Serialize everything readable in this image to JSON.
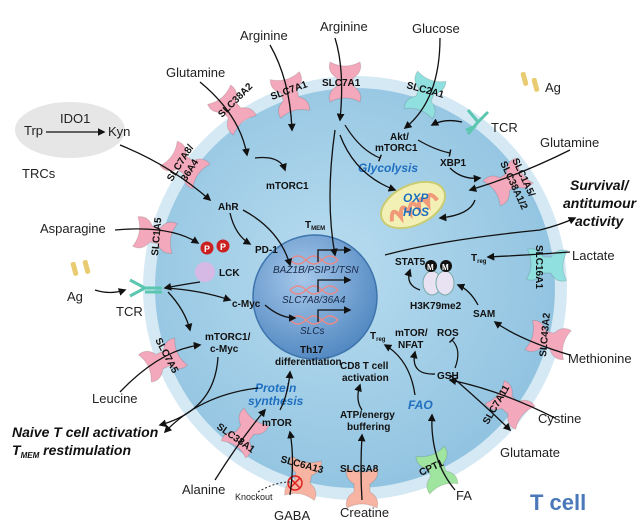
{
  "cell_label": "T cell",
  "colors": {
    "cytoplasm": "#a9d3ea",
    "membrane": "#cfe6f2",
    "nucleus": "#6a9fd0",
    "amino_transporter": "#f3a9bb",
    "glucose_transporter": "#8fe0df",
    "cpt1": "#9fe59f",
    "creatine_transporter": "#f7b4a2",
    "emphasis_text": "#1f6fc0"
  },
  "trc": {
    "trp": "Trp",
    "enzyme": "IDO1",
    "kyn": "Kyn",
    "label": "TRCs"
  },
  "nutrients": {
    "arginine_1": "Arginine",
    "glutamine_1": "Glutamine",
    "arginine_2": "Arginine",
    "glucose": "Glucose",
    "ag_1": "Ag",
    "tcr_1": "TCR",
    "glutamine_2": "Glutamine",
    "lactate": "Lactate",
    "methionine": "Methionine",
    "cystine": "Cystine",
    "glutamate": "Glutamate",
    "fa": "FA",
    "creatine": "Creatine",
    "gaba": "GABA",
    "knockout": "Knockout",
    "alanine": "Alanine",
    "leucine": "Leucine",
    "ag_2": "Ag",
    "tcr_2": "TCR",
    "asparagine": "Asparagine"
  },
  "transporters": {
    "slc38a2": "SLC38A2",
    "slc7a1_a": "SLC7A1",
    "slc7a1_b": "SLC7A1",
    "slc2a1": "SLC2A1",
    "slc7a8": "SLC7A8/",
    "slc36a4": "36A4",
    "slc1a5": "SLC1A5",
    "slc7a5": "SLC7A5",
    "slc38a1": "SLC38A1",
    "slc6a13": "SLC6A13",
    "slc6a8": "SLC6A8",
    "cpt1": "CPT1",
    "slc7a11": "SLC7A11",
    "slc43a2": "SLC43A2",
    "slc16a1": "SLC16A1",
    "slc1a5b": "SLC1A5/",
    "slc38a12": "SLC38A1/2"
  },
  "outcomes": {
    "survival_1": "Survival/",
    "survival_2": "antitumour",
    "survival_3": "activity",
    "naive": "Naive T cell activation",
    "tmem_t": "T",
    "tmem_sub": "MEM",
    "tmem_rest": " restimulation"
  },
  "intracellular": {
    "mtorc1": "mTORC1",
    "tmem_t": "T",
    "tmem_sub": "MEM",
    "ahr": "AhR",
    "pd1": "PD-1",
    "p": "P",
    "lck": "LCK",
    "cmyc": "c-Myc",
    "mtorc1_cmyc_1": "mTORC1/",
    "mtorc1_cmyc_2": "c-Myc",
    "th17_1": "Th17",
    "th17_2": "differentiation",
    "cd8_1": "CD8 T cell",
    "cd8_2": "activation",
    "atp_1": "ATP/energy",
    "atp_2": "buffering",
    "protein_1": "Protein",
    "protein_2": "synthesis",
    "mtor": "mTOR",
    "fao": "FAO",
    "gsh": "GSH",
    "mtor_nfat_1": "mTOR/",
    "mtor_nfat_2": "NFAT",
    "ros": "ROS",
    "treg_t": "T",
    "treg_sub": "reg",
    "h3k79": "H3K79me2",
    "m": "M",
    "sam": "SAM",
    "stat5": "STAT5",
    "akt_1": "Akt/",
    "akt_2": "mTORC1",
    "glycolysis": "Glycolysis",
    "xbp1": "XBP1",
    "oxp_1": "OXP",
    "oxp_2": "HOS"
  },
  "nucleus": {
    "gene_1": "BAZ1B/PSIP1/TSN",
    "gene_2": "SLC7A8/36A4",
    "gene_3": "SLCs"
  }
}
